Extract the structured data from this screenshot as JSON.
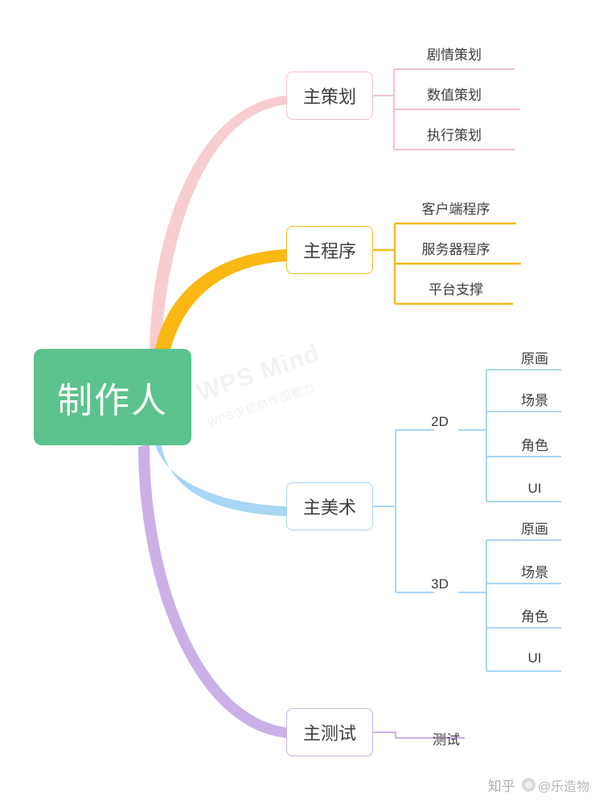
{
  "diagram": {
    "type": "mindmap",
    "root": {
      "label": "制作人",
      "color": "#5cc28d"
    },
    "branches": [
      {
        "label": "主策划",
        "color": "#f6c3c6",
        "children": [
          {
            "label": "剧情策划"
          },
          {
            "label": "数值策划"
          },
          {
            "label": "执行策划"
          }
        ]
      },
      {
        "label": "主程序",
        "color": "#f5b923",
        "children": [
          {
            "label": "客户端程序"
          },
          {
            "label": "服务器程序"
          },
          {
            "label": "平台支撑"
          }
        ]
      },
      {
        "label": "主美术",
        "color": "#a9d6f5",
        "children": [
          {
            "label": "2D",
            "children": [
              {
                "label": "原画"
              },
              {
                "label": "场景"
              },
              {
                "label": "角色"
              },
              {
                "label": "UI"
              }
            ]
          },
          {
            "label": "3D",
            "children": [
              {
                "label": "原画"
              },
              {
                "label": "场景"
              },
              {
                "label": "角色"
              },
              {
                "label": "UI"
              }
            ]
          }
        ]
      },
      {
        "label": "主测试",
        "color": "#cbb0e8",
        "children": [
          {
            "label": "测试"
          }
        ]
      }
    ]
  },
  "watermark": {
    "line1": "WPS Mind",
    "line2": "WPS仅提供作图能力"
  },
  "footer": {
    "site": "知乎",
    "user": "@乐造物"
  }
}
